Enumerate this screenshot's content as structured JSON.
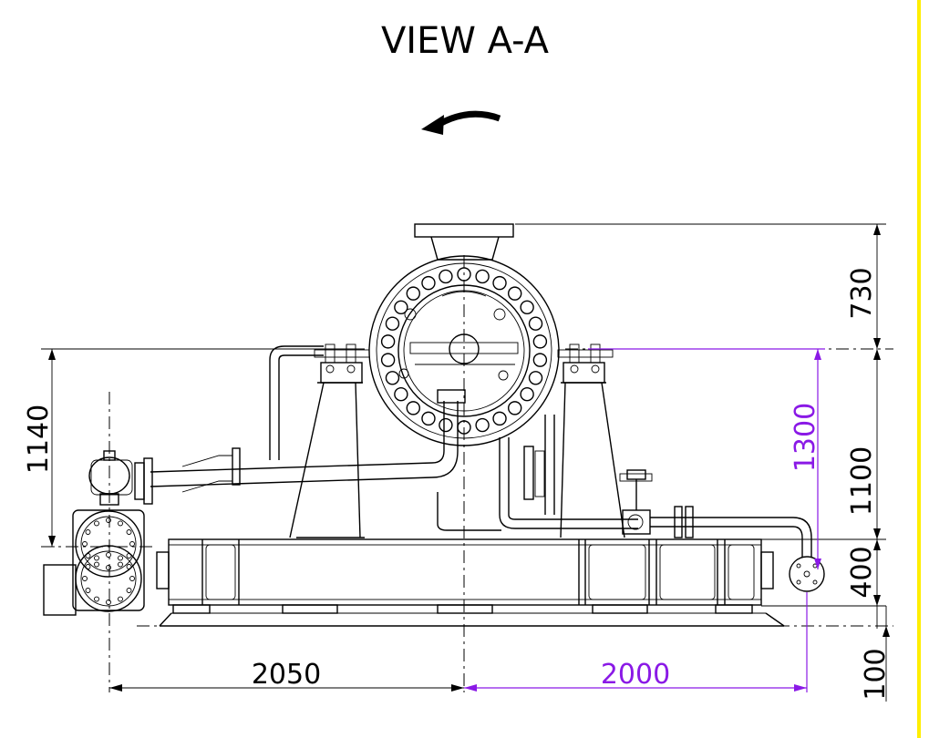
{
  "title": "VIEW  A-A",
  "dimensions": {
    "top_height": "730",
    "left_height": "1140",
    "right_height_purple": "1300",
    "right_mid": "1100",
    "right_low": "400",
    "right_bottom": "100",
    "bottom_left": "2050",
    "bottom_right_purple": "2000"
  },
  "colors": {
    "border": "#ffee00",
    "line": "#000000",
    "dimension_highlight": "#8a19e6"
  },
  "icons": [
    "rotation-arrow-icon"
  ]
}
